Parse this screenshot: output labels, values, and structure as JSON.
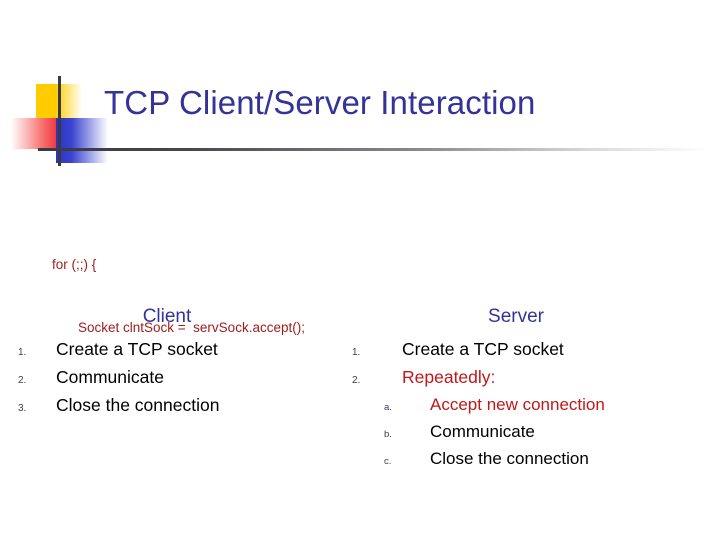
{
  "slide": {
    "title": "TCP Client/Server Interaction",
    "title_color": "#333399",
    "background": "#ffffff"
  },
  "logo": {
    "yellow": "#FFCC00",
    "red": "#F03030",
    "blue": "#2B33C4",
    "line": "#3A3A46"
  },
  "code": {
    "color": "#9E1B1B",
    "line1": "for (;;) {",
    "line2": "Socket clntSock =  servSock.accept();"
  },
  "client": {
    "heading": "Client",
    "steps": [
      {
        "num": "1.",
        "text": "Create a TCP socket",
        "color": "#000000"
      },
      {
        "num": "2.",
        "text": "Communicate",
        "color": "#000000"
      },
      {
        "num": "3.",
        "text": "Close the connection",
        "color": "#000000"
      }
    ]
  },
  "server": {
    "heading": "Server",
    "steps": [
      {
        "num": "1.",
        "text": "Create a TCP socket",
        "color": "#000000"
      },
      {
        "num": "2.",
        "text": "Repeatedly:",
        "color": "#C11818"
      }
    ],
    "substeps": [
      {
        "num": "a.",
        "text": "Accept new connection",
        "color": "#C11818"
      },
      {
        "num": "b.",
        "text": "Communicate",
        "color": "#000000"
      },
      {
        "num": "c.",
        "text": "Close the connection",
        "color": "#000000"
      }
    ]
  }
}
